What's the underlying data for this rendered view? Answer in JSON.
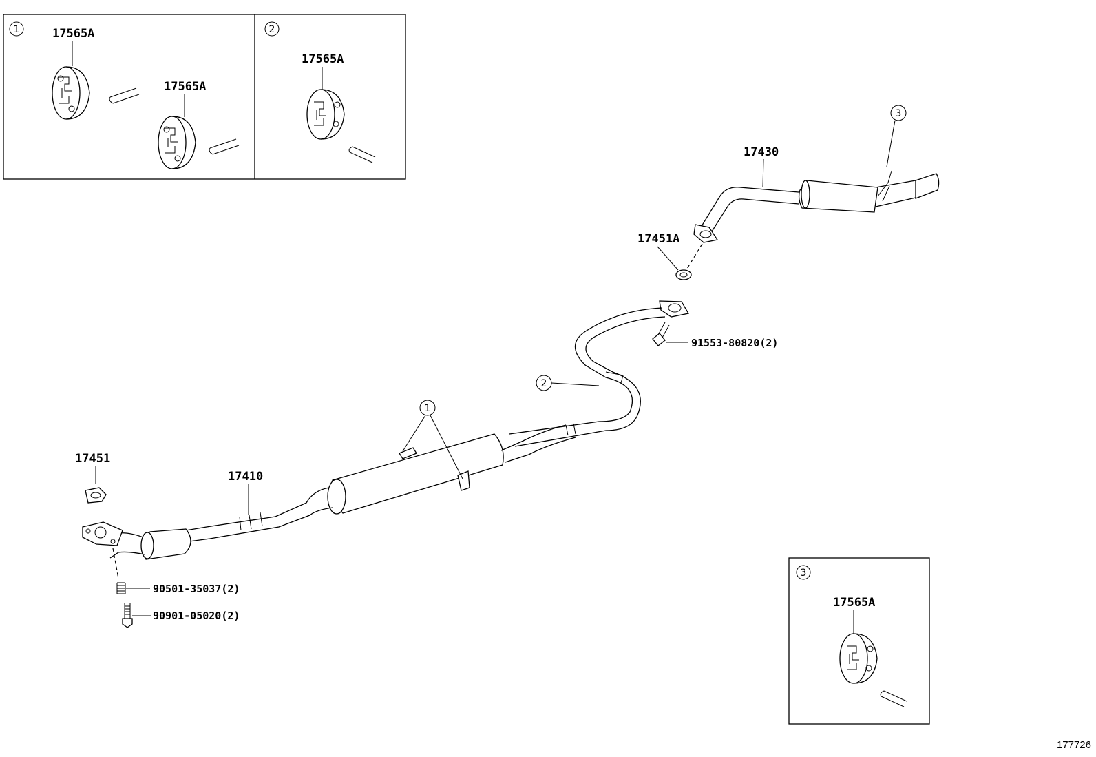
{
  "insets": {
    "one": {
      "marker": "1",
      "label_a": "17565A",
      "label_b": "17565A"
    },
    "two": {
      "marker": "2",
      "label": "17565A"
    },
    "three": {
      "marker": "3",
      "label": "17565A"
    }
  },
  "callouts": {
    "one": "1",
    "two": "2",
    "three": "3"
  },
  "parts": {
    "tail_pipe": "17430",
    "gasket_rear": "17451A",
    "bolt_rear": "91553-80820(2)",
    "front_pipe": "17410",
    "gasket_front": "17451",
    "spring": "90501-35037(2)",
    "bolt_front": "90901-05020(2)"
  },
  "diagram_id": "177726"
}
